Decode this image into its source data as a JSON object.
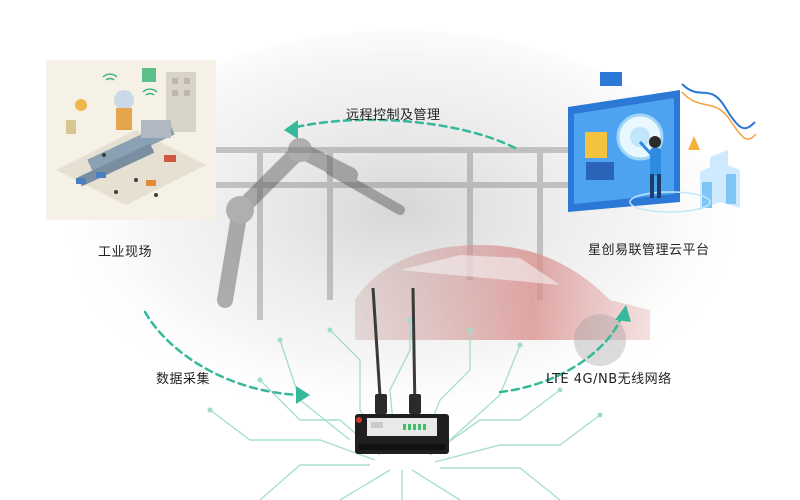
{
  "labels": {
    "remote_control": "远程控制及管理",
    "industrial_site": "工业现场",
    "cloud_platform": "星创易联管理云平台",
    "data_collection": "数据采集",
    "wireless_network": "LTE 4G/NB无线网络"
  },
  "colors": {
    "arrow": "#36b89a",
    "circuit": "#9fdccb",
    "car": "#d98b88",
    "router_body": "#1f1f1f",
    "router_panel": "#e9e9e9"
  }
}
